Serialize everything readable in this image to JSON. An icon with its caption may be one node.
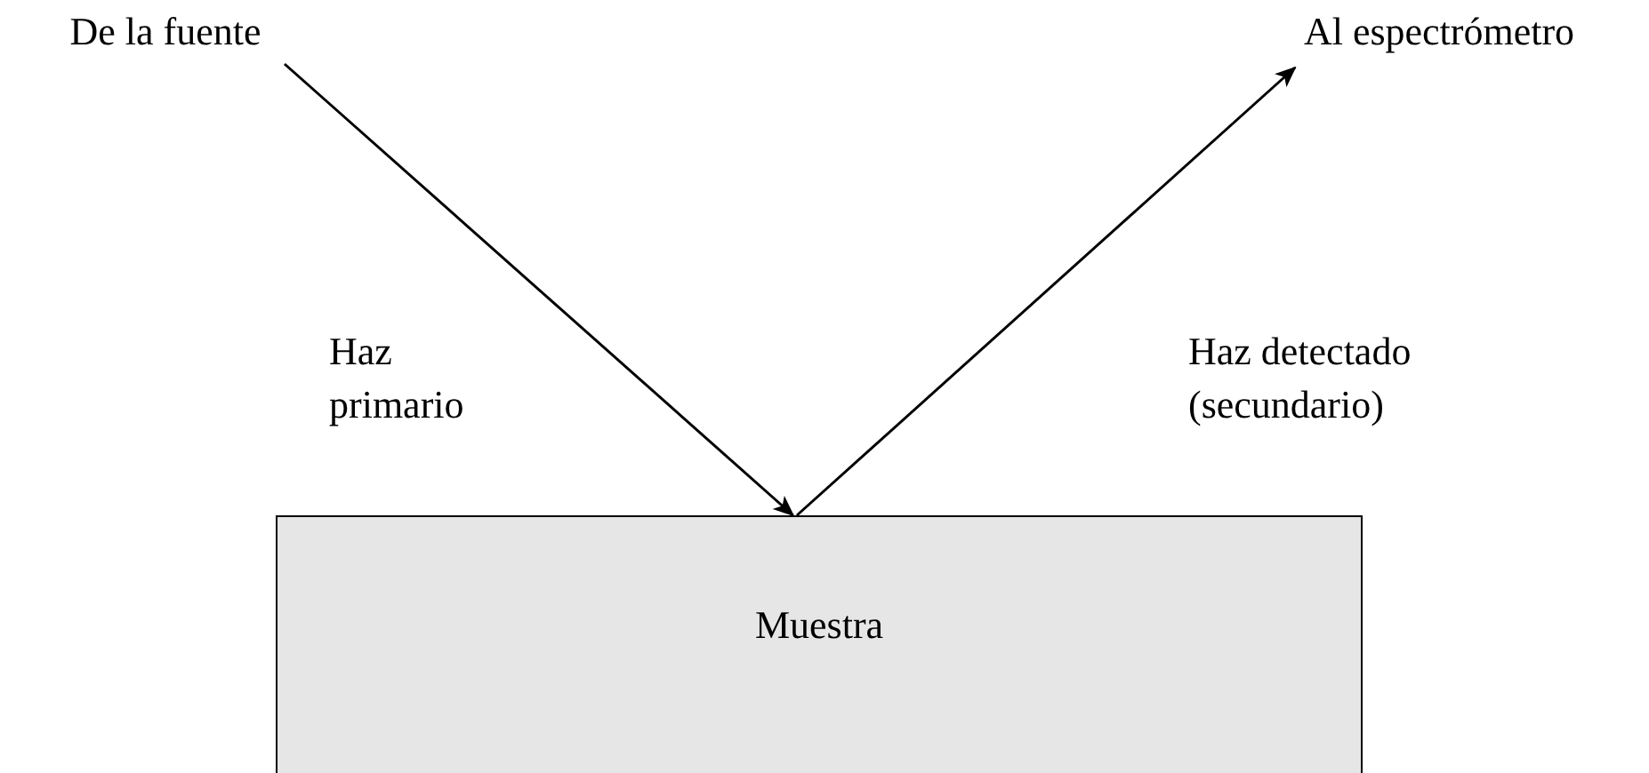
{
  "diagram": {
    "nodes": [
      {
        "text": [
          "De la fuente"
        ]
      },
      {
        "text": [
          "Al espectrómetro"
        ]
      },
      {
        "text": [
          "Muestra"
        ]
      }
    ],
    "edges": [
      {
        "from": 0,
        "to": 2,
        "arrow": "to",
        "label": "Haz primario"
      },
      {
        "from": 2,
        "to": 1,
        "arrow": "to",
        "label": "Haz detectado (secundario)"
      }
    ]
  }
}
